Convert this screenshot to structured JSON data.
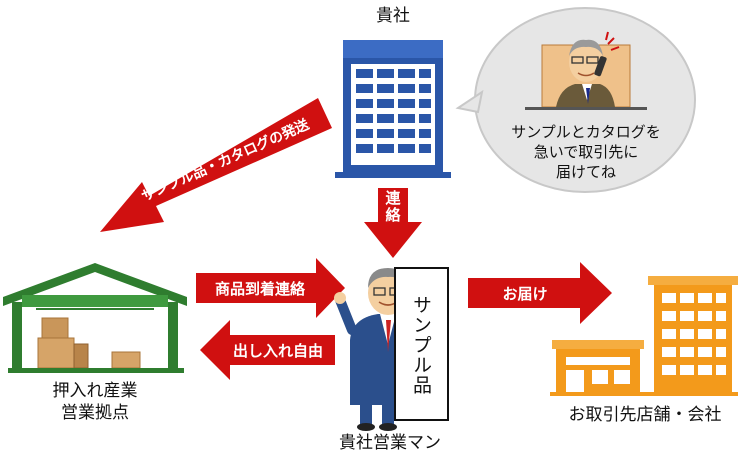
{
  "labels": {
    "company": "貴社",
    "speech": [
      "サンプルとカタログを",
      "急いで取引先に",
      "届けてね"
    ],
    "warehouse": [
      "押入れ産業",
      "営業拠点"
    ],
    "salesman": "貴社営業マン",
    "customer": "お取引先店舗・会社",
    "sample_board": "サンプル品"
  },
  "arrows": {
    "ship": "サンプル品・カタログの発送",
    "contact": "連絡",
    "arrival": "商品到着連絡",
    "free": "出し入れ自由",
    "deliver": "お届け"
  },
  "colors": {
    "arrow_red": "#d01010",
    "building_blue": "#2a56a8",
    "warehouse_green": "#2f7d2f",
    "customer_orange": "#f39a1b"
  }
}
